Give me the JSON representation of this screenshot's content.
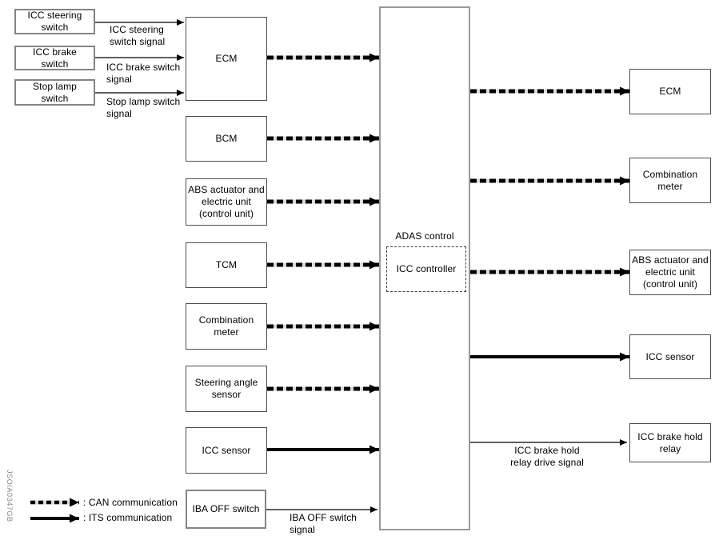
{
  "figure_id": "JSOIA0347GB",
  "center": {
    "label": "ADAS control",
    "controller": "ICC controller"
  },
  "inputs": {
    "switches": [
      {
        "label": "ICC steering switch",
        "signal": "ICC steering switch signal"
      },
      {
        "label": "ICC brake switch",
        "signal": "ICC brake switch signal"
      },
      {
        "label": "Stop lamp switch",
        "signal": "Stop lamp switch signal"
      }
    ],
    "nodes": [
      {
        "label": "ECM",
        "comm": "CAN"
      },
      {
        "label": "BCM",
        "comm": "CAN"
      },
      {
        "label": "ABS actuator and electric unit (control unit)",
        "comm": "CAN"
      },
      {
        "label": "TCM",
        "comm": "CAN"
      },
      {
        "label": "Combination meter",
        "comm": "CAN"
      },
      {
        "label": "Steering angle sensor",
        "comm": "CAN"
      },
      {
        "label": "ICC sensor",
        "comm": "ITS"
      },
      {
        "label": "IBA OFF switch",
        "comm": "hardwire",
        "signal": "IBA OFF switch signal"
      }
    ]
  },
  "outputs": {
    "nodes": [
      {
        "label": "ECM",
        "comm": "CAN"
      },
      {
        "label": "Combination meter",
        "comm": "CAN"
      },
      {
        "label": "ABS actuator and electric unit (control unit)",
        "comm": "CAN"
      },
      {
        "label": "ICC sensor",
        "comm": "ITS"
      },
      {
        "label": "ICC brake hold relay",
        "comm": "hardwire",
        "signal": "ICC brake hold relay drive signal"
      }
    ]
  },
  "legend": {
    "can": ": CAN communication",
    "its": ": ITS communication"
  }
}
